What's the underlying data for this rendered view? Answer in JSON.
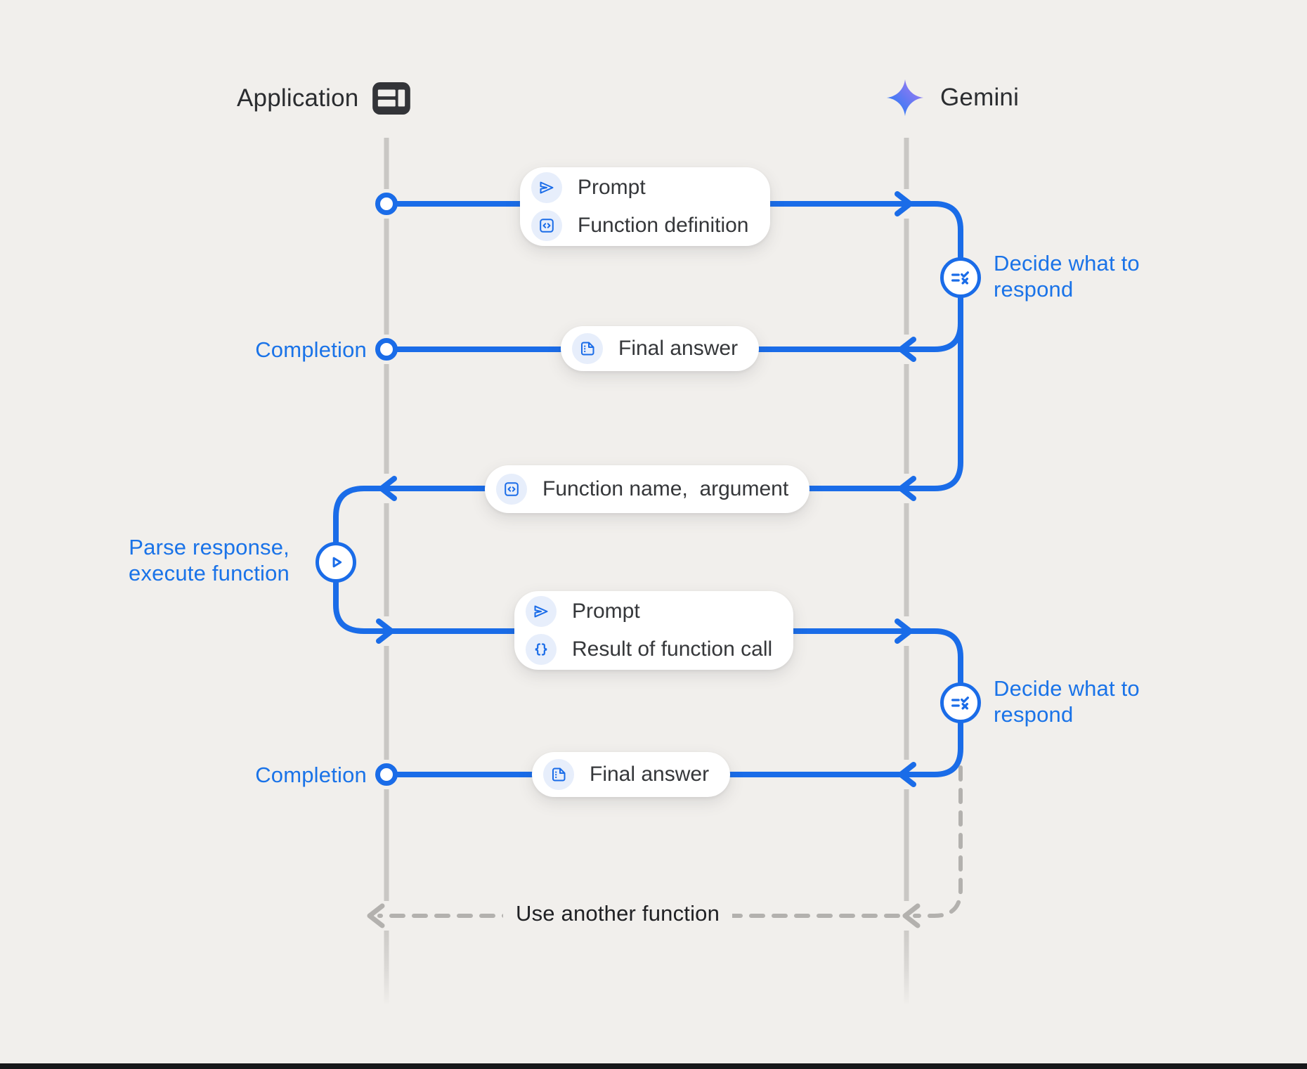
{
  "page": {
    "background": "#f1efec",
    "colors": {
      "accent_blue": "#1a6ce8",
      "text_blue": "#1a73e8",
      "lifeline_gray": "#c9c7c4",
      "dashed_gray": "#b3b1ae",
      "dark_text": "#202124",
      "box_text": "#35373a",
      "chip_blue": "#e7eefb"
    }
  },
  "actors": {
    "application": {
      "label": "Application",
      "icon": "app-window-icon"
    },
    "gemini": {
      "label": "Gemini",
      "icon": "gemini-sparkle-icon"
    }
  },
  "messages": [
    {
      "id": "prompt-function-definition",
      "rows": [
        {
          "icon": "send-icon",
          "label": "Prompt"
        },
        {
          "icon": "code-icon",
          "label": "Function definition"
        }
      ]
    },
    {
      "id": "final-answer-1",
      "rows": [
        {
          "icon": "document-icon",
          "label": "Final answer"
        }
      ]
    },
    {
      "id": "function-name-argument",
      "rows": [
        {
          "icon": "code-icon",
          "label": "Function name,  argument"
        }
      ]
    },
    {
      "id": "prompt-result-of-function-call",
      "rows": [
        {
          "icon": "send-icon",
          "label": "Prompt"
        },
        {
          "icon": "braces-icon",
          "label": "Result of function call"
        }
      ]
    },
    {
      "id": "final-answer-2",
      "rows": [
        {
          "icon": "document-icon",
          "label": "Final answer"
        }
      ]
    }
  ],
  "annotations": {
    "decide_1": "Decide what to respond",
    "decide_2": "Decide what to respond",
    "completion_1": "Completion",
    "completion_2": "Completion",
    "parse_execute": "Parse response, execute function",
    "use_another": "Use another function"
  }
}
